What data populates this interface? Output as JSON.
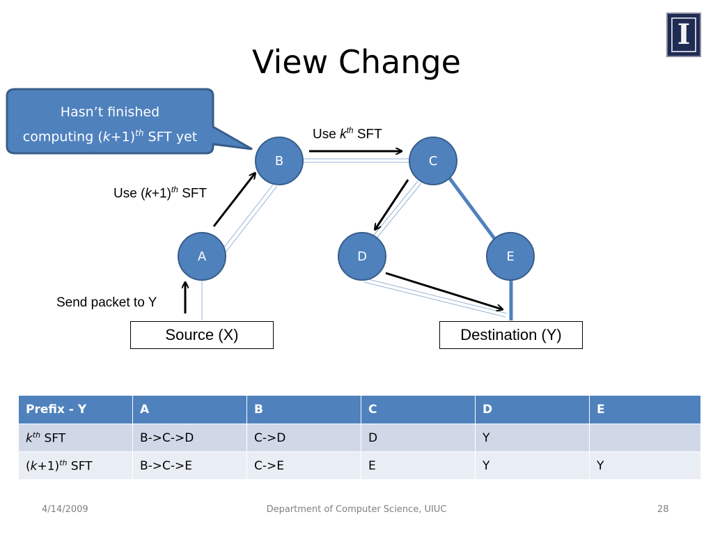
{
  "title": "View Change",
  "callout": {
    "line1": "Hasn’t finished",
    "line2_pre": "computing (",
    "line2_k": "k",
    "line2_mid": "+1)",
    "line2_sup": "th",
    "line2_post": " SFT yet"
  },
  "nodes": {
    "A": "A",
    "B": "B",
    "C": "C",
    "D": "D",
    "E": "E"
  },
  "labels": {
    "use_k": {
      "pre": "Use ",
      "k": "k",
      "sup": "th",
      "post": " SFT"
    },
    "use_k1": {
      "pre": "Use (",
      "k": "k",
      "mid": "+1)",
      "sup": "th",
      "post": " SFT"
    },
    "send": "Send packet to Y"
  },
  "source_box": "Source (X)",
  "dest_box": "Destination (Y)",
  "table": {
    "headers": [
      "Prefix - Y",
      "A",
      "B",
      "C",
      "D",
      "E"
    ],
    "row_kth": {
      "k": "k",
      "sup": "th",
      "post": " SFT",
      "cells": [
        "B->C->D",
        "C->D",
        "D",
        "Y",
        ""
      ]
    },
    "row_k1": {
      "pre": "(",
      "k": "k",
      "mid": "+1)",
      "sup": "th",
      "post": " SFT",
      "cells": [
        "B->C->E",
        "C->E",
        "E",
        "Y",
        "Y"
      ]
    }
  },
  "footer": {
    "date": "4/14/2009",
    "dept": "Department of Computer Science, UIUC",
    "page": "28"
  },
  "colors": {
    "node_fill": "#4f81bd",
    "node_stroke": "#385d8a",
    "table_header": "#4f81bd",
    "table_row_odd": "#d0d8e8",
    "table_row_even": "#e9edf4"
  },
  "icons": {
    "logo": "university-logo-icon"
  }
}
